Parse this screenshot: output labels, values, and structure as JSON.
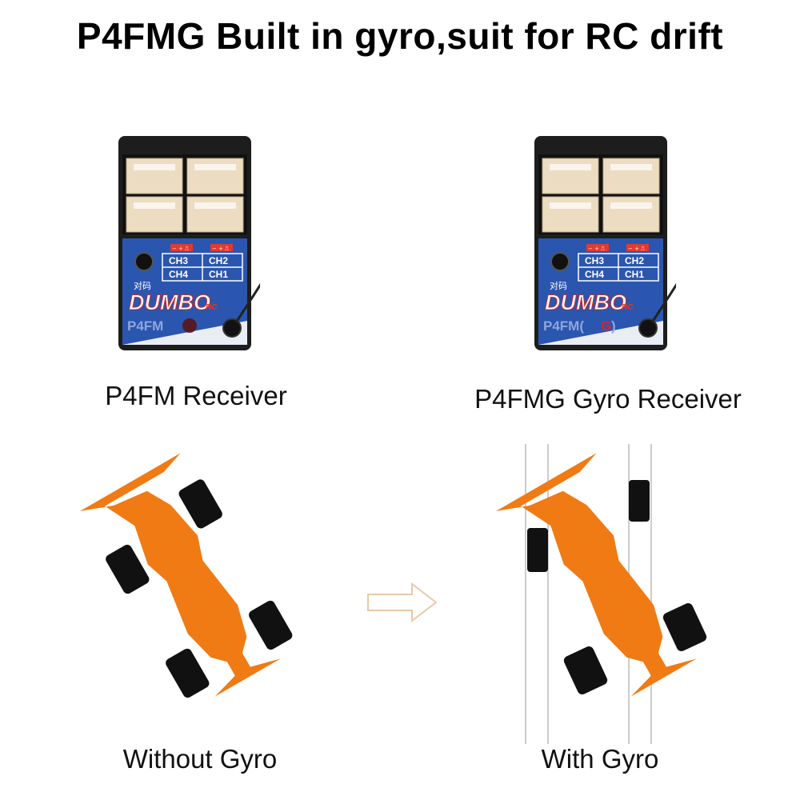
{
  "title": "P4FMG Built in gyro,suit for RC drift",
  "receivers": [
    {
      "caption": "P4FM Receiver",
      "brand": "DUMBO",
      "brand_suffix": "RC",
      "model": "P4FM",
      "model_suffix": "",
      "pair_label": "对码",
      "channels": [
        "CH3",
        "CH2",
        "CH4",
        "CH1"
      ],
      "polarity": "− + ⎍"
    },
    {
      "caption": "P4FMG Gyro Receiver",
      "brand": "DUMBO",
      "brand_suffix": "RC",
      "model": "P4FM(",
      "model_suffix": "G",
      "model_close": ")",
      "pair_label": "对码",
      "channels": [
        "CH3",
        "CH2",
        "CH4",
        "CH1"
      ],
      "polarity": "− + ⎍"
    }
  ],
  "comparison": {
    "left_caption": "Without Gyro",
    "right_caption": "With Gyro"
  },
  "colors": {
    "car": "#f07a14",
    "label_blue": "#1f4fa8",
    "connector": "#ead9bd",
    "gyro_red": "#e0221f",
    "arrow": "#e8c8a8"
  }
}
